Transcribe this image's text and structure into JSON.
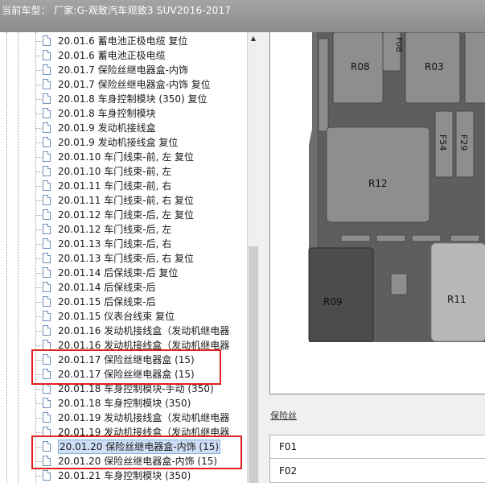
{
  "window": {
    "title_label": "当前车型：",
    "title_value": "厂家:G-观致汽车观致3 SUV2016-2017"
  },
  "tree": {
    "items": [
      "20.01.6 蓄电池正极电缆 复位",
      "20.01.6 蓄电池正极电缆",
      "20.01.7 保险丝继电器盒-内饰",
      "20.01.7 保险丝继电器盒-内饰 复位",
      "20.01.8 车身控制模块 (350) 复位",
      "20.01.8 车身控制模块",
      "20.01.9 发动机接线盒",
      "20.01.9 发动机接线盒 复位",
      "20.01.10 车门线束-前, 左 复位",
      "20.01.10 车门线束-前, 左",
      "20.01.11 车门线束-前, 右",
      "20.01.11 车门线束-前, 右 复位",
      "20.01.12 车门线束-后, 左 复位",
      "20.01.12 车门线束-后, 左",
      "20.01.13 车门线束-后, 右",
      "20.01.13 车门线束-后, 右 复位",
      "20.01.14 后保线束-后 复位",
      "20.01.14 后保线束-后",
      "20.01.15 后保线束-后",
      "20.01.15 仪表台线束 复位",
      "20.01.16 发动机接线盒（发动机继电器",
      "20.01.16 发动机接线盒（发动机继电器",
      "20.01.17 保险丝继电器盒 (15)",
      "20.01.17 保险丝继电器盒 (15)",
      "20.01.18 车身控制模块-手动 (350)",
      "20.01.18 车身控制模块 (350)",
      "20.01.19 发动机接线盒（发动机继电器",
      "20.01.19 发动机接线盒（发动机继电器",
      "20.01.20 保险丝继电器盒-内饰 (15)",
      "20.01.20 保险丝继电器盒-内饰 (15)",
      "20.01.21 车身控制模块 (350)"
    ],
    "selected_index": 28
  },
  "diagram": {
    "labels": {
      "f0b": "F0B",
      "r08": "R08",
      "r03": "R03",
      "f54": "F54",
      "f29": "F29",
      "r12": "R12",
      "r09": "R09",
      "r11": "R11"
    },
    "colors": {
      "background": "#6e6e6e",
      "component": "#8e8e8e",
      "relay_dark": "#4c4c4c",
      "relay_light": "#b8b8b8"
    }
  },
  "fuse_section": {
    "label": "保险丝",
    "rows": [
      "F01",
      "F02"
    ]
  },
  "colors": {
    "title_bar": "#999999",
    "selection": "#cfe0f6",
    "highlight_box": "#e02020"
  }
}
